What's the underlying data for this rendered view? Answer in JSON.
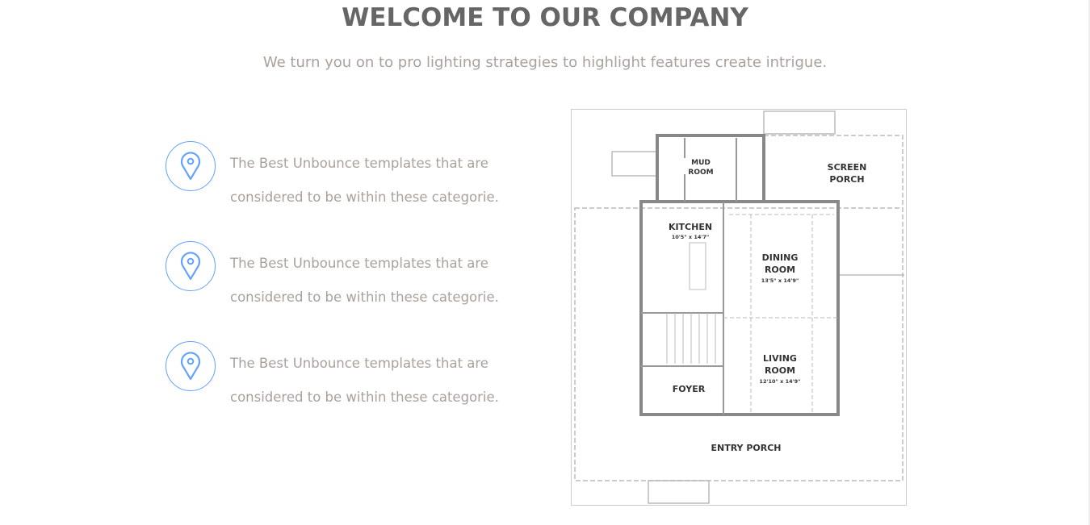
{
  "header": {
    "title": "WELCOME TO OUR COMPANY",
    "subtitle": "We turn you on to pro lighting strategies to highlight features create intrigue."
  },
  "features": [
    {
      "icon": "map-pin-icon",
      "line1": "The Best Unbounce templates that are",
      "line2": "considered to be within these categorie."
    },
    {
      "icon": "map-pin-icon",
      "line1": "The Best Unbounce templates that are",
      "line2": "considered to be within these categorie."
    },
    {
      "icon": "map-pin-icon",
      "line1": "The Best Unbounce templates that are",
      "line2": "considered to be within these categorie."
    }
  ],
  "floor_plan": {
    "mud_room": [
      "MUD",
      "ROOM"
    ],
    "screen_porch": [
      "SCREEN",
      "PORCH"
    ],
    "kitchen": "KITCHEN",
    "kitchen_dims": "10'5\" x 14'7\"",
    "dining": [
      "DINING",
      "ROOM"
    ],
    "dining_dims": "13'5\" x 14'9\"",
    "living": [
      "LIVING",
      "ROOM"
    ],
    "living_dims": "12'10\" x 14'9\"",
    "foyer": "FOYER",
    "entry_porch": "ENTRY PORCH"
  },
  "colors": {
    "accent": "#5fa2ff",
    "text": "#aaa19b",
    "heading": "#666666"
  }
}
